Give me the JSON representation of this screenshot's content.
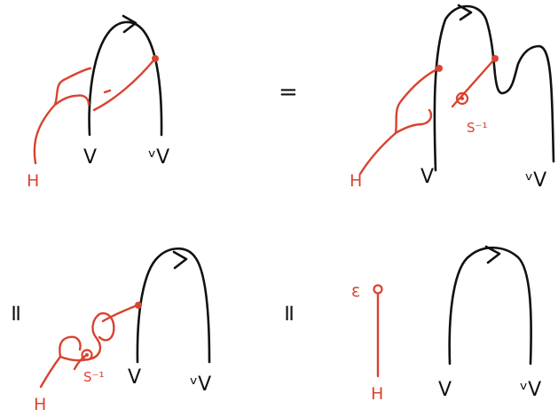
{
  "colors": {
    "ink": "#111111",
    "accent": "#d9432f"
  },
  "labels": {
    "V": "V",
    "dual_V": "ᵛV",
    "H": "H",
    "antipode": "S⁻¹",
    "counit": "ε",
    "equals": "="
  },
  "panels": [
    {
      "position_word": "top-left",
      "strands": [
        "H",
        "V",
        "ᵛV"
      ]
    },
    {
      "position_word": "top-right",
      "strands": [
        "H",
        "V",
        "ᵛV"
      ],
      "marks": [
        "S⁻¹"
      ]
    },
    {
      "position_word": "bottom-left",
      "strands": [
        "H",
        "V",
        "ᵛV"
      ],
      "marks": [
        "S⁻¹"
      ]
    },
    {
      "position_word": "bottom-right",
      "strands": [
        "H",
        "V",
        "ᵛV"
      ],
      "marks": [
        "ε"
      ]
    }
  ]
}
